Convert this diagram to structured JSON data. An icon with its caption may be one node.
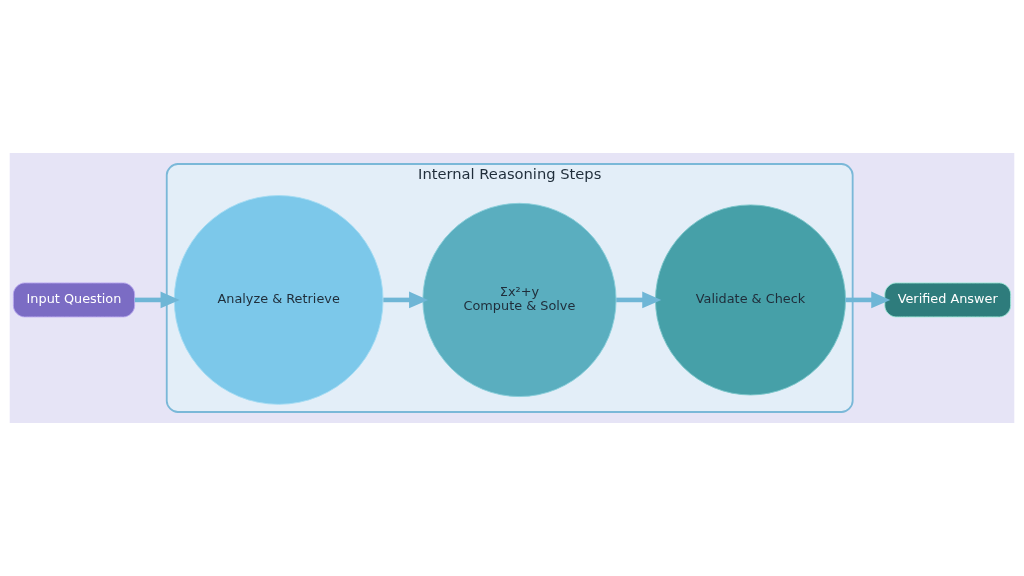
{
  "diagram": {
    "nodes": [
      {
        "text": [
          "Input Question"
        ]
      },
      {
        "text": [
          "Internal Reasoning Steps"
        ]
      },
      {
        "text": [
          "Analyze & Retrieve"
        ],
        "in": 1
      },
      {
        "text": [
          "Σx²+y",
          "Compute & Solve"
        ],
        "in": 1
      },
      {
        "text": [
          "Validate & Check"
        ],
        "in": 1
      },
      {
        "text": [
          "Verified Answer"
        ]
      }
    ],
    "edges": [
      {
        "from": 0,
        "to": 2,
        "arrow": "to"
      },
      {
        "from": 2,
        "to": 3,
        "arrow": "to"
      },
      {
        "from": 3,
        "to": 4,
        "arrow": "to"
      },
      {
        "from": 4,
        "to": 5,
        "arrow": "to"
      }
    ]
  }
}
